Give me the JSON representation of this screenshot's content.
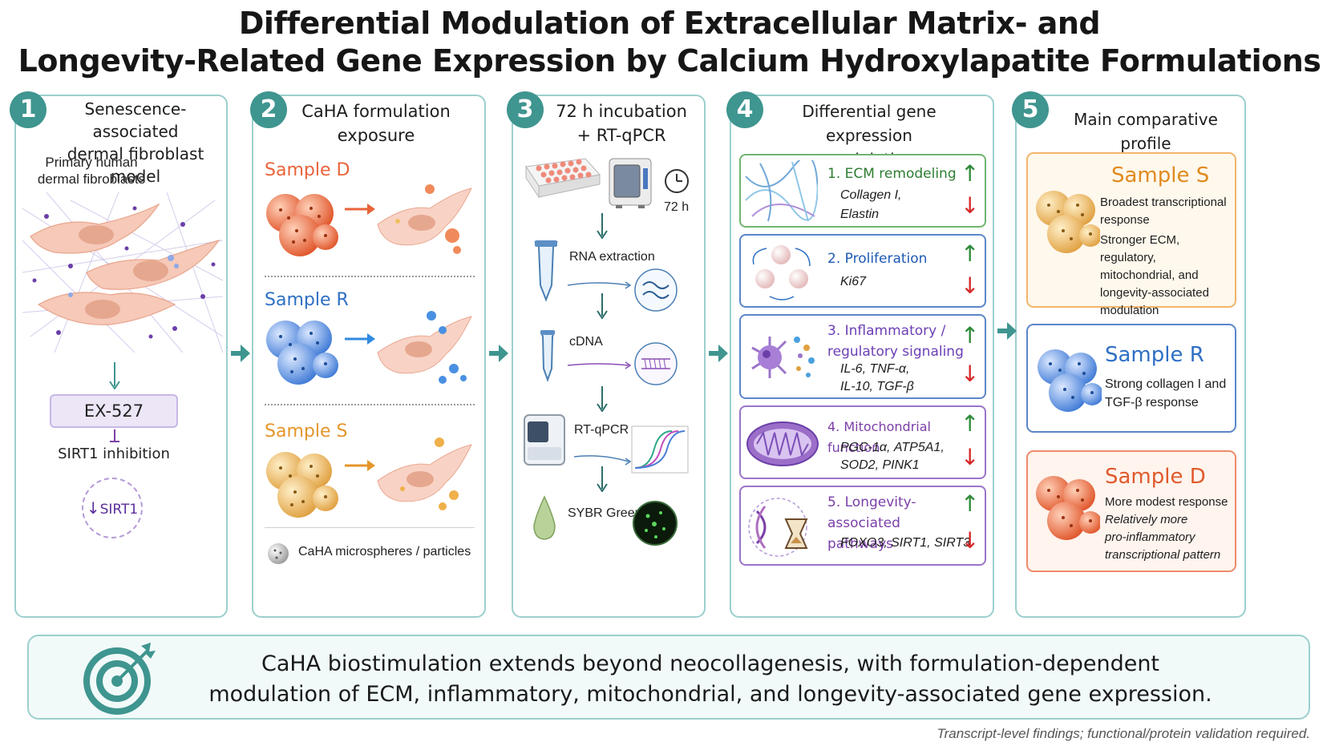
{
  "title": {
    "line1": "Differential Modulation of Extracellular Matrix- and",
    "line2": "Longevity-Related Gene Expression by Calcium Hydroxylapatite Formulations"
  },
  "panel1": {
    "number": "1",
    "title_line1": "Senescence-associated",
    "title_line2": "dermal fibroblast model",
    "cells_label_line1": "Primary human",
    "cells_label_line2": "dermal fibroblasts",
    "drug_label": "EX-527",
    "inhibition_label": "SIRT1 inhibition",
    "sirt1_badge": "SIRT1"
  },
  "panel2": {
    "number": "2",
    "title_line1": "CaHA formulation",
    "title_line2": "exposure",
    "samples": [
      {
        "label": "Sample D",
        "color": "#e8643a"
      },
      {
        "label": "Sample R",
        "color": "#2f6fc4"
      },
      {
        "label": "Sample S",
        "color": "#e5962a"
      }
    ],
    "legend_label": "CaHA microspheres / particles"
  },
  "panel3": {
    "number": "3",
    "title_line1": "72 h incubation",
    "title_line2": "+ RT-qPCR",
    "clock_label": "72 h",
    "steps": [
      "RNA extraction",
      "cDNA",
      "RT-qPCR",
      "SYBR Green"
    ]
  },
  "panel4": {
    "number": "4",
    "title_line1": "Differential gene expression",
    "title_line2": "modulation",
    "cards": [
      {
        "title_line1": "1. ECM remodeling",
        "title_line2": "",
        "genes_line1": "Collagen I,",
        "genes_line2": "Elastin",
        "color": "#2e7d32"
      },
      {
        "title_line1": "2. Proliferation",
        "title_line2": "",
        "genes_line1": "Ki67",
        "genes_line2": "",
        "color": "#1e5ab4"
      },
      {
        "title_line1": "3. Inflammatory /",
        "title_line2": "regulatory signaling",
        "genes_line1": "IL-6, TNF-α,",
        "genes_line2": "IL-10, TGF-β",
        "color": "#6c3fb5"
      },
      {
        "title_line1": "4. Mitochondrial function",
        "title_line2": "",
        "genes_line1": "PGC-1α, ATP5A1,",
        "genes_line2": "SOD2, PINK1",
        "color": "#7b3fa8"
      },
      {
        "title_line1": "5. Longevity-associated",
        "title_line2": "pathways",
        "genes_line1": "FOXO3, SIRT1, SIRT3",
        "genes_line2": "",
        "color": "#7b3fa8"
      }
    ]
  },
  "panel5": {
    "number": "5",
    "title": "Main comparative profile",
    "results": [
      {
        "name": "Sample S",
        "color": "#e08a1e",
        "text": [
          "Broadest transcriptional",
          "response",
          "Stronger ECM, regulatory,",
          "mitochondrial, and",
          "longevity-associated",
          "modulation"
        ]
      },
      {
        "name": "Sample R",
        "color": "#2f6fc4",
        "text": [
          "Strong collagen I and",
          "TGF-β response"
        ]
      },
      {
        "name": "Sample D",
        "color": "#e05a2c",
        "text": [
          "More modest response",
          "Relatively more",
          "pro-inflammatory",
          "transcriptional pattern"
        ]
      }
    ]
  },
  "conclusion": {
    "line1": "CaHA biostimulation extends beyond neocollagenesis, with formulation-dependent",
    "line2": "modulation of ECM, inflammatory, mitochondrial, and longevity-associated gene expression."
  },
  "footnote": "Transcript-level findings; functional/protein validation required.",
  "colors": {
    "teal": "#3f958f",
    "teal_border": "#9ccfcd",
    "up": "#2e8b3a",
    "down": "#d62828"
  }
}
